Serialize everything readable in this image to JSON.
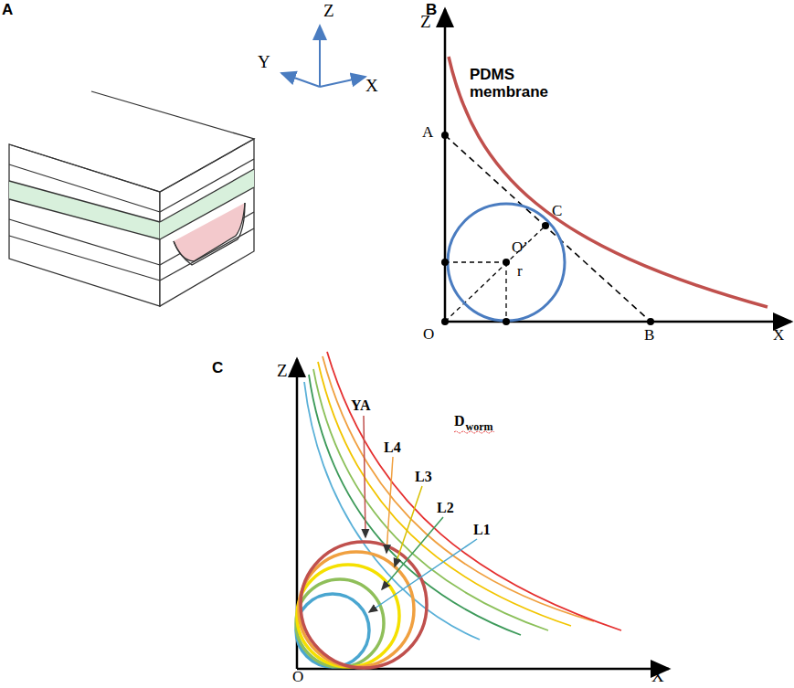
{
  "diagram": {
    "labels": [
      "A",
      "Z",
      "Y",
      "X",
      "B",
      "Z",
      "PDMS membrane",
      "A",
      "C",
      "O’",
      "r",
      "O",
      "B",
      "X",
      "C",
      "Z",
      "D",
      "worm",
      "YA",
      "L4",
      "L3",
      "L2",
      "L1",
      "O",
      "X"
    ]
  }
}
